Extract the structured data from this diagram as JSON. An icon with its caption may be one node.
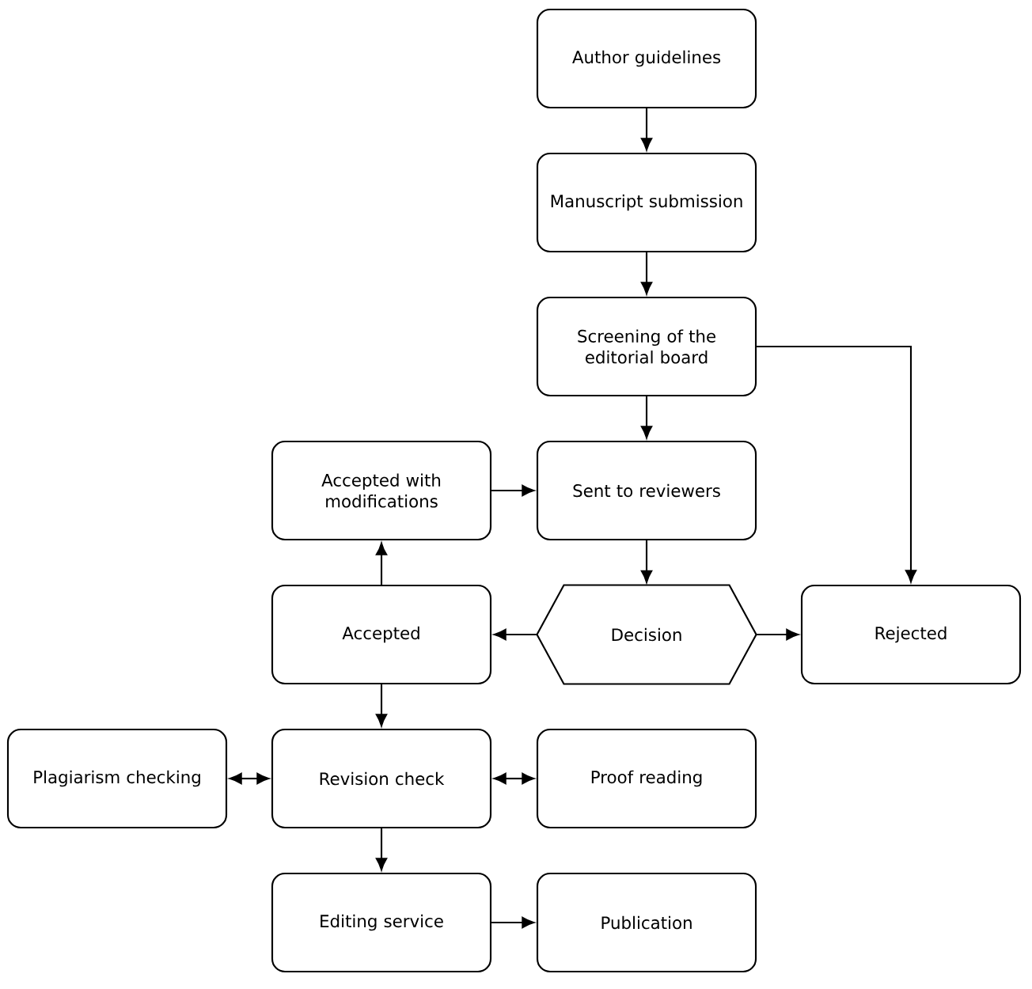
{
  "diagram": {
    "nodes": [
      {
        "text": [
          "Author guidelines"
        ]
      },
      {
        "text": [
          "Manuscript submission"
        ]
      },
      {
        "text": [
          "Screening of the editorial board"
        ]
      },
      {
        "text": [
          "Accepted with modifications"
        ]
      },
      {
        "text": [
          "Sent to reviewers"
        ]
      },
      {
        "text": [
          "Accepted"
        ]
      },
      {
        "text": [
          "Decision"
        ]
      },
      {
        "text": [
          "Rejected"
        ]
      },
      {
        "text": [
          "Plagiarism checking"
        ]
      },
      {
        "text": [
          "Revision check"
        ]
      },
      {
        "text": [
          "Proof reading"
        ]
      },
      {
        "text": [
          "Editing service"
        ]
      },
      {
        "text": [
          "Publication"
        ]
      }
    ],
    "edges": [
      {
        "from": 0,
        "to": 1,
        "arrow": "to"
      },
      {
        "from": 1,
        "to": 2,
        "arrow": "to"
      },
      {
        "from": 2,
        "to": 4,
        "arrow": "to"
      },
      {
        "from": 2,
        "to": 7,
        "arrow": "to"
      },
      {
        "from": 4,
        "to": 6,
        "arrow": "to"
      },
      {
        "from": 6,
        "to": 5,
        "arrow": "to"
      },
      {
        "from": 6,
        "to": 7,
        "arrow": "to"
      },
      {
        "from": 5,
        "to": 3,
        "arrow": "to"
      },
      {
        "from": 3,
        "to": 4,
        "arrow": "to"
      },
      {
        "from": 5,
        "to": 9,
        "arrow": "to"
      },
      {
        "from": 9,
        "to": 8,
        "arrow": "both"
      },
      {
        "from": 9,
        "to": 10,
        "arrow": "both"
      },
      {
        "from": 9,
        "to": 11,
        "arrow": "to"
      },
      {
        "from": 11,
        "to": 12,
        "arrow": "to"
      }
    ]
  }
}
